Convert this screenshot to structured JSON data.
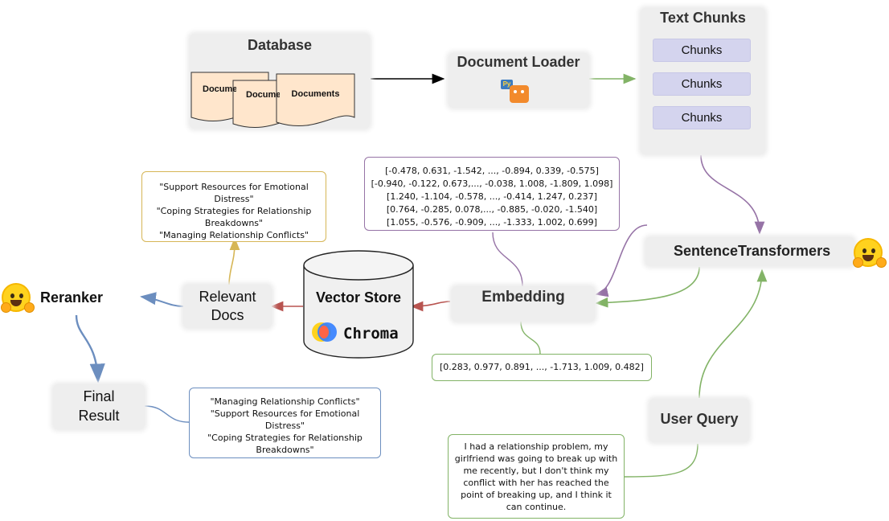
{
  "database": {
    "title": "Database",
    "docs": [
      "Documents",
      "Documents",
      "Documents"
    ]
  },
  "document_loader": {
    "title": "Document Loader",
    "badge_text": "Py"
  },
  "text_chunks": {
    "title": "Text Chunks",
    "items": [
      "Chunks",
      "Chunks",
      "Chunks"
    ]
  },
  "embedding_vectors": [
    "[-0.478, 0.631, -1.542, ..., -0.894, 0.339, -0.575]",
    "[-0.940, -0.122, 0.673,..., -0.038, 1.008, -1.809, 1.098]",
    "[1.240, -1.104, -0.578, ..., -0.414, 1.247, 0.237]",
    "[0.764, -0.285, 0.078,..., -0.885, -0.020, -1.540]",
    "[1.055, -0.576, -0.909, ..., -1.333, 1.002, 0.699]"
  ],
  "sentence_transformers": {
    "title": "SentenceTransformers",
    "icon": "hugging-face-icon"
  },
  "embedding": {
    "title": "Embedding"
  },
  "query_vector": "[0.283, 0.977, 0.891, ..., -1.713, 1.009, 0.482]",
  "vector_store": {
    "title": "Vector Store",
    "brand": "Chroma"
  },
  "relevant_docs": {
    "line1": "Relevant",
    "line2": "Docs"
  },
  "relevant_list": [
    "\"Support Resources for Emotional",
    "Distress\"",
    "\"Coping Strategies for Relationship",
    "Breakdowns\"",
    "\"Managing Relationship Conflicts\""
  ],
  "reranker": {
    "title": "Reranker",
    "icon": "hugging-face-icon"
  },
  "final_result": {
    "line1": "Final",
    "line2": "Result"
  },
  "final_list": [
    "\"Managing Relationship Conflicts\"",
    "\"Support Resources for Emotional",
    "Distress\"",
    "\"Coping Strategies for Relationship",
    "Breakdowns\""
  ],
  "user_query": {
    "title": "User Query"
  },
  "query_text": [
    "I had a relationship problem, my",
    "girlfriend was going to break up with",
    "me recently, but I don't think my",
    "conflict with her has reached the",
    "point of breaking up, and I think it",
    "can continue."
  ],
  "colors": {
    "green": "#82b366",
    "purple": "#9673a6",
    "red": "#b85450",
    "blue": "#6c8ebf",
    "yellow": "#d6b656",
    "chunk_fill": "#d4d4ee",
    "doc_fill": "#ffe6cc"
  }
}
